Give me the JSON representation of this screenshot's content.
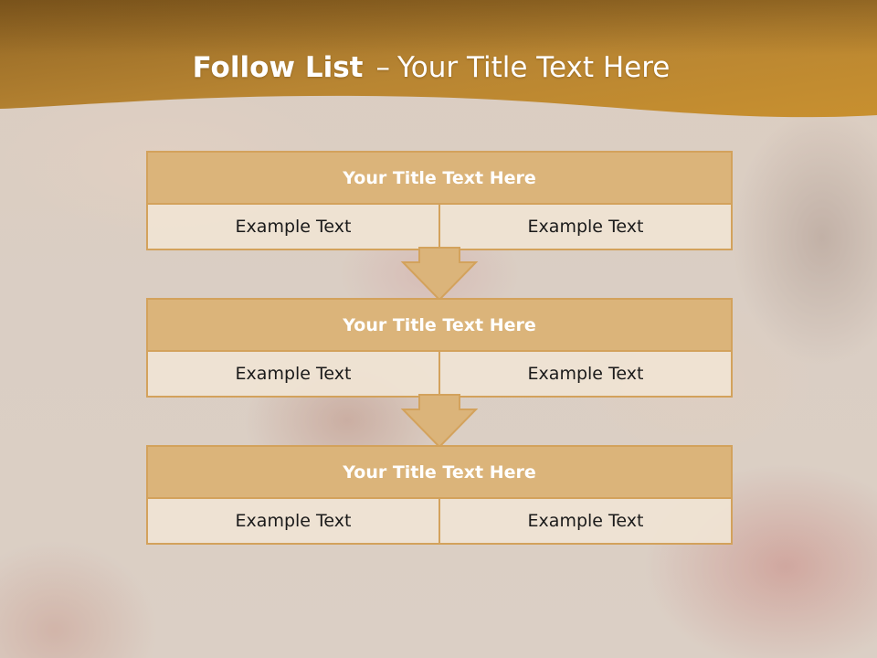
{
  "slide": {
    "title_bold": "Follow List",
    "title_sep": "–",
    "title_rest": "Your Title Text Here"
  },
  "blocks": [
    {
      "title": "Your Title Text Here",
      "cells": [
        "Example Text",
        "Example Text"
      ]
    },
    {
      "title": "Your Title Text Here",
      "cells": [
        "Example Text",
        "Example Text"
      ]
    },
    {
      "title": "Your Title Text Here",
      "cells": [
        "Example Text",
        "Example Text"
      ]
    }
  ],
  "colors": {
    "header_band_dark": "#8f6424",
    "header_band_light": "#c8902f",
    "block_header": "#dbb47a",
    "block_border": "#d3a25c",
    "cell_fill": "#f0e4d4",
    "arrow_fill": "#dbb47a"
  },
  "icons": [
    "down-arrow-icon",
    "down-arrow-icon"
  ]
}
